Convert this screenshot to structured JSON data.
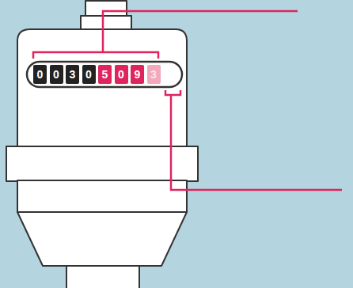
{
  "diagram": {
    "labels": [
      "0",
      "0",
      "3",
      "0",
      "5",
      "0",
      "9",
      "3"
    ]
  }
}
